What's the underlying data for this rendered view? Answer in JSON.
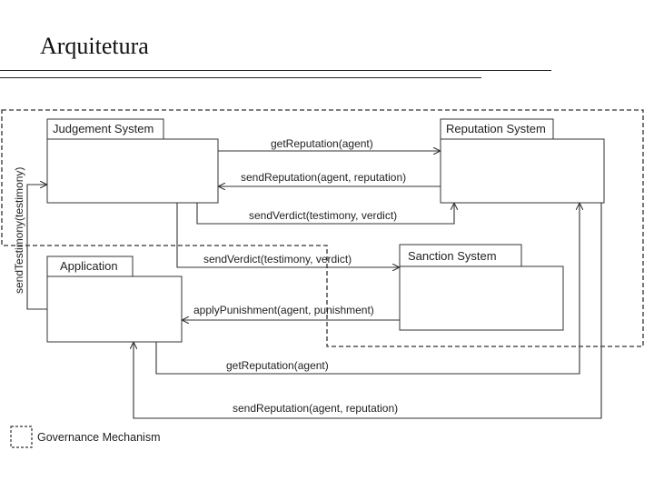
{
  "title": "Arquitetura",
  "components": {
    "judgement": "Judgement System",
    "reputation": "Reputation System",
    "application": "Application",
    "sanction": "Sanction  System"
  },
  "messages": {
    "get_reputation_top": "getReputation(agent)",
    "send_reputation_top": "sendReputation(agent, reputation)",
    "send_verdict_top": "sendVerdict(testimony, verdict)",
    "send_verdict_sanction": "sendVerdict(testimony, verdict)",
    "apply_punishment": "applyPunishment(agent, punishment)",
    "get_reputation_bottom": "getReputation(agent)",
    "send_reputation_bottom": "sendReputation(agent, reputation)",
    "send_testimony": "sendTestimony(testimony)"
  },
  "legend": {
    "label": "Governance Mechanism"
  }
}
